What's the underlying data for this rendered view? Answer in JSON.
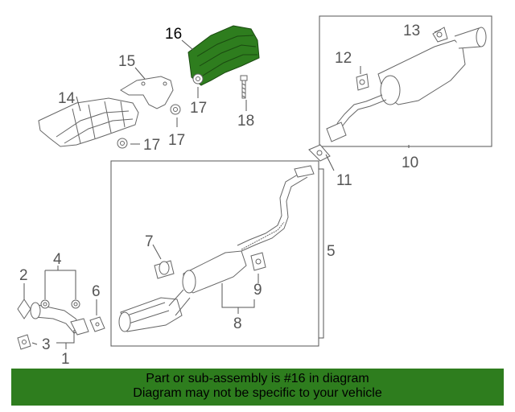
{
  "labels": {
    "l1": "1",
    "l2": "2",
    "l3": "3",
    "l4": "4",
    "l5": "5",
    "l6": "6",
    "l7": "7",
    "l8": "8",
    "l9": "9",
    "l10": "10",
    "l11": "11",
    "l12": "12",
    "l13": "13",
    "l14": "14",
    "l15": "15",
    "l16": "16",
    "l17a": "17",
    "l17b": "17",
    "l17c": "17",
    "l18": "18"
  },
  "highlight_color": "#2e7d1e",
  "banner": {
    "line1": "Part or sub-assembly is #16 in diagram",
    "line2": "Diagram may not be specific to your vehicle"
  }
}
